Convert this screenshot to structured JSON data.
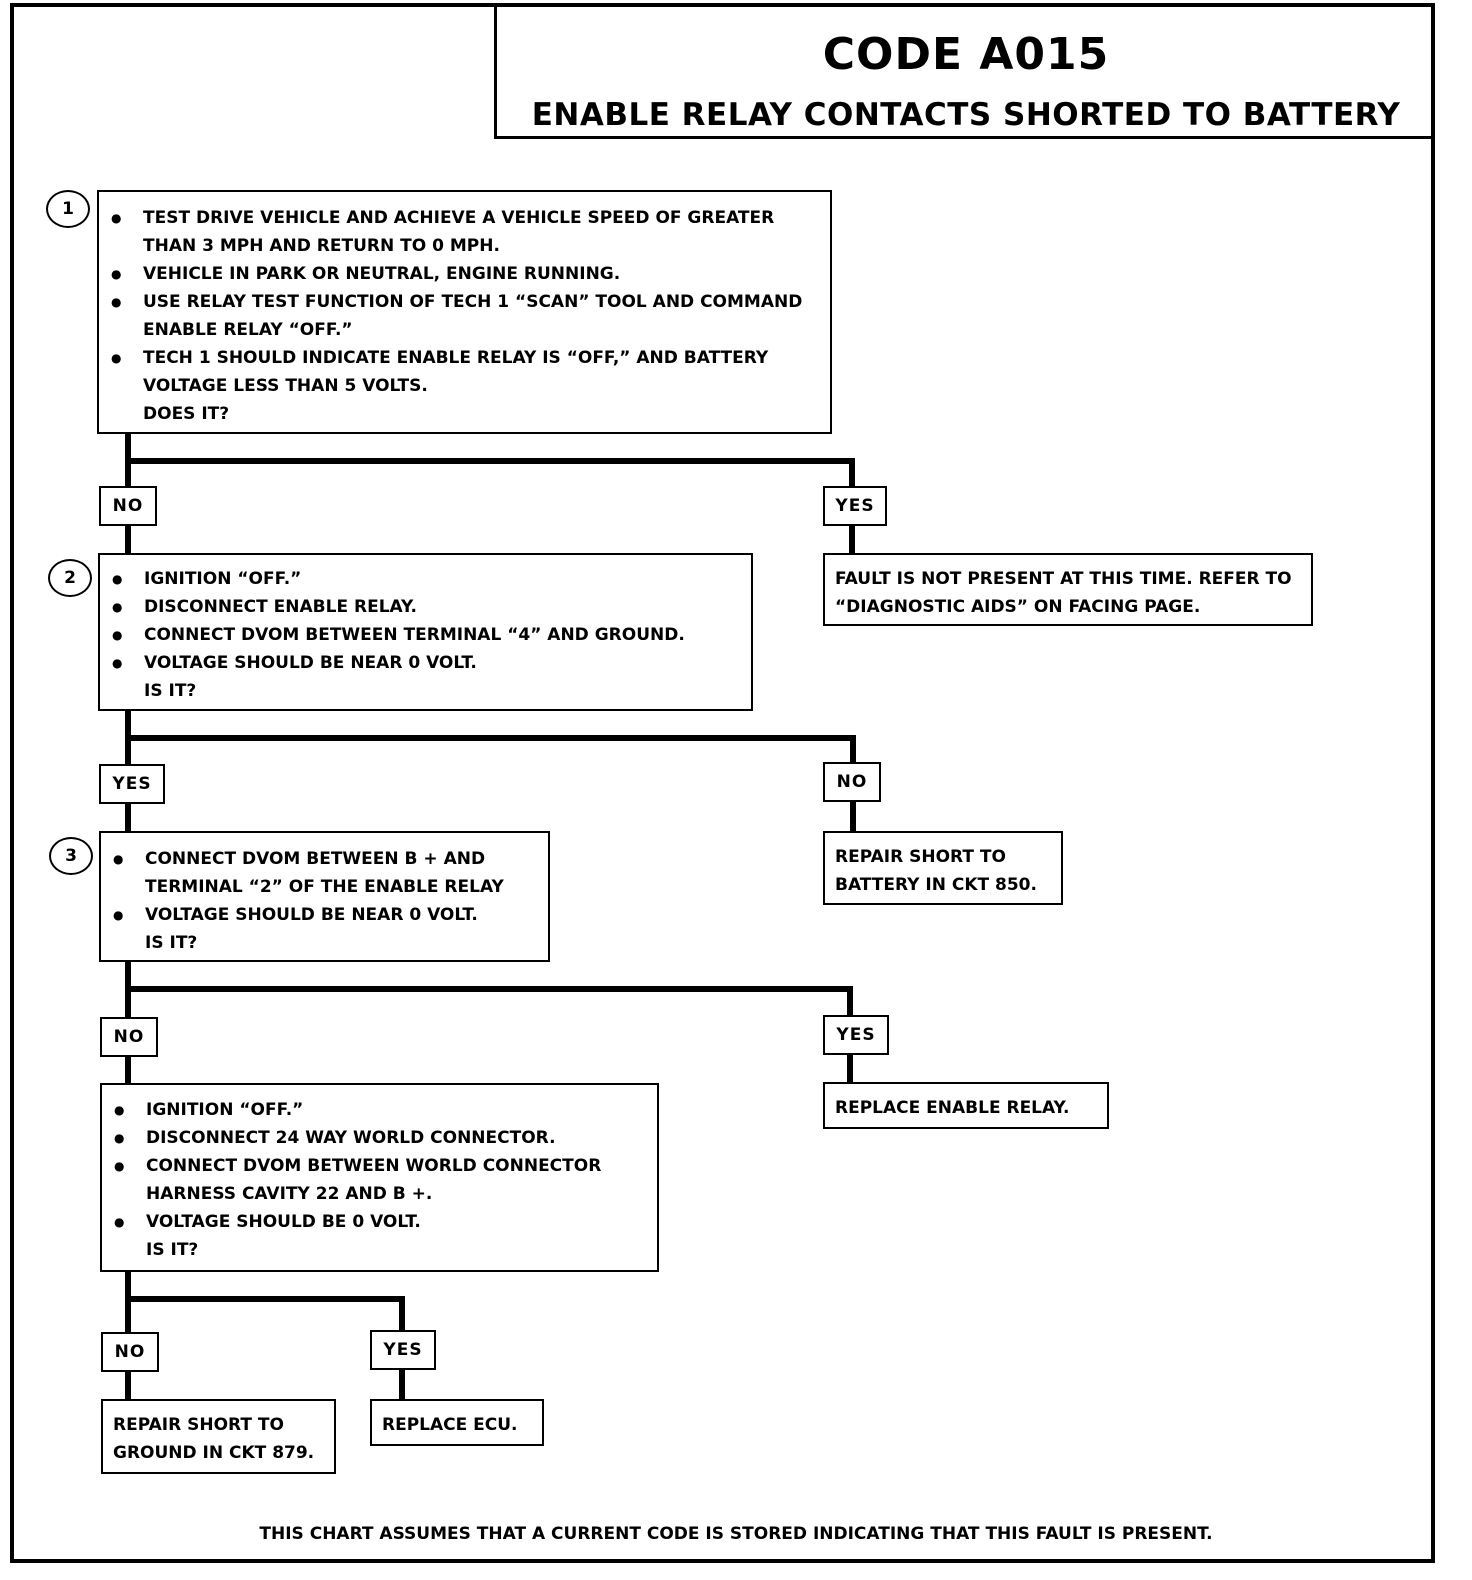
{
  "header": {
    "code": "CODE A015",
    "subtitle": "ENABLE RELAY CONTACTS SHORTED TO BATTERY"
  },
  "steps": [
    {
      "number": "1",
      "bullets": [
        "TEST DRIVE VEHICLE AND ACHIEVE A VEHICLE SPEED OF GREATER THAN 3 MPH AND RETURN TO 0 MPH.",
        "VEHICLE IN PARK OR NEUTRAL, ENGINE RUNNING.",
        "USE RELAY TEST FUNCTION OF TECH 1 “SCAN” TOOL AND COMMAND ENABLE RELAY “OFF.”",
        "TECH 1 SHOULD INDICATE ENABLE RELAY IS “OFF,” AND BATTERY VOLTAGE LESS THAN 5 VOLTS."
      ],
      "question": "DOES IT?"
    },
    {
      "number": "2",
      "bullets": [
        "IGNITION “OFF.”",
        "DISCONNECT ENABLE RELAY.",
        "CONNECT DVOM BETWEEN TERMINAL “4” AND GROUND.",
        "VOLTAGE SHOULD BE NEAR 0 VOLT."
      ],
      "question": "IS IT?"
    },
    {
      "number": "3",
      "bullets": [
        "CONNECT DVOM BETWEEN B + AND TERMINAL “2” OF THE ENABLE RELAY",
        "VOLTAGE SHOULD BE NEAR 0 VOLT."
      ],
      "question": "IS IT?"
    },
    {
      "bullets": [
        "IGNITION “OFF.”",
        "DISCONNECT 24 WAY WORLD CONNECTOR.",
        "CONNECT DVOM BETWEEN WORLD CONNECTOR HARNESS CAVITY 22 AND B +.",
        "VOLTAGE SHOULD BE 0 VOLT."
      ],
      "question": "IS IT?"
    }
  ],
  "labels": {
    "no": "NO",
    "yes": "YES"
  },
  "results": {
    "fault_not_present": "FAULT IS NOT PRESENT AT THIS TIME. REFER TO “DIAGNOSTIC AIDS” ON FACING PAGE.",
    "repair_ckt850": "REPAIR SHORT TO BATTERY IN CKT 850.",
    "replace_relay": "REPLACE ENABLE RELAY.",
    "repair_ckt879": "REPAIR SHORT TO GROUND IN CKT 879.",
    "replace_ecu": "REPLACE ECU."
  },
  "footer": "THIS CHART ASSUMES THAT A CURRENT CODE IS STORED INDICATING THAT THIS FAULT IS PRESENT."
}
